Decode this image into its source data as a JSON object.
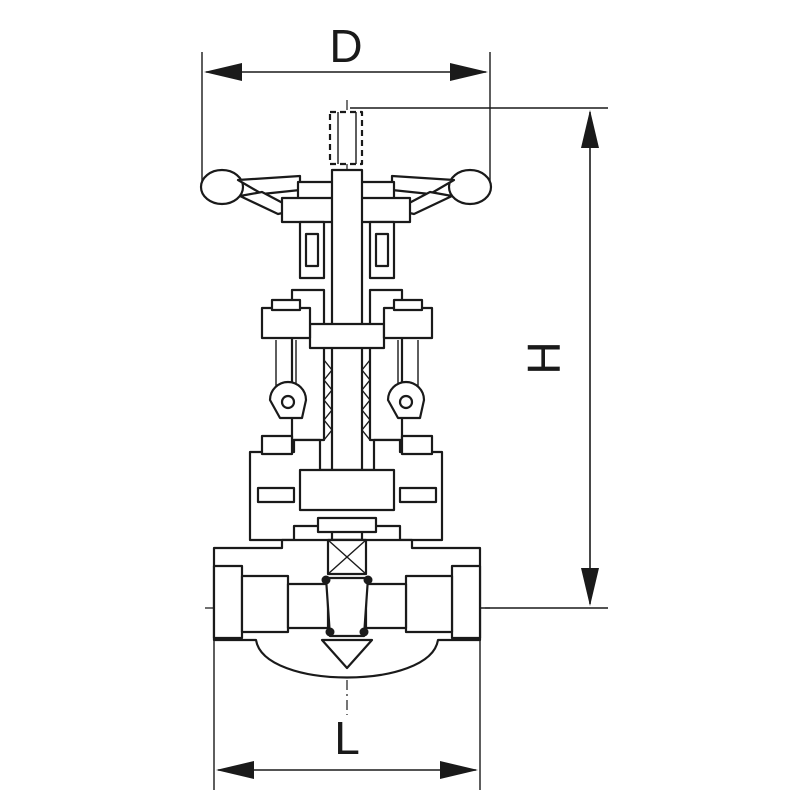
{
  "labels": {
    "width_handwheel": "D",
    "height": "H",
    "length": "L"
  },
  "colors": {
    "line": "#1a1a1a",
    "background": "#ffffff"
  }
}
